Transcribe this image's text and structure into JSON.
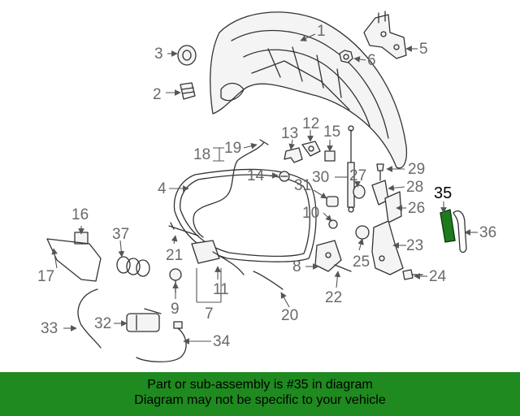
{
  "diagram": {
    "highlight_color": "#1f7a1f",
    "callouts": {
      "c1": "1",
      "c2": "2",
      "c3": "3",
      "c4": "4",
      "c5": "5",
      "c6": "6",
      "c7": "7",
      "c8": "8",
      "c9": "9",
      "c10": "10",
      "c11": "11",
      "c12": "12",
      "c13": "13",
      "c14": "14",
      "c15": "15",
      "c16": "16",
      "c17": "17",
      "c18": "18",
      "c19": "19",
      "c20": "20",
      "c21": "21",
      "c22": "22",
      "c23": "23",
      "c24": "24",
      "c25": "25",
      "c26": "26",
      "c27": "27",
      "c28": "28",
      "c29": "29",
      "c30": "30",
      "c31": "31",
      "c32": "32",
      "c33": "33",
      "c34": "34",
      "c35": "35",
      "c36": "36",
      "c37": "37"
    }
  },
  "banner": {
    "color": "#1f8a1f",
    "line1": "Part or sub-assembly is #35 in diagram",
    "line2": "Diagram may not be specific to your vehicle"
  }
}
